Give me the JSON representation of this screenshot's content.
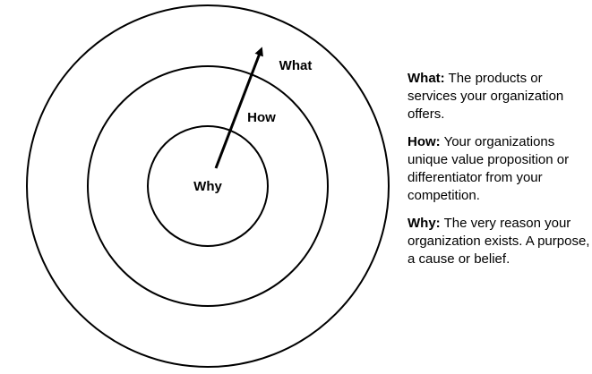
{
  "diagram": {
    "labels": {
      "inner": "Why",
      "middle": "How",
      "outer": "What"
    },
    "stroke_color": "#000000"
  },
  "legend": [
    {
      "term": "What:",
      "text": " The products or services your organization offers."
    },
    {
      "term": "How:",
      "text": " Your organizations unique value proposition or differentiator from your competition."
    },
    {
      "term": "Why:",
      "text": " The very reason your organization exists. A purpose, a cause or belief."
    }
  ]
}
